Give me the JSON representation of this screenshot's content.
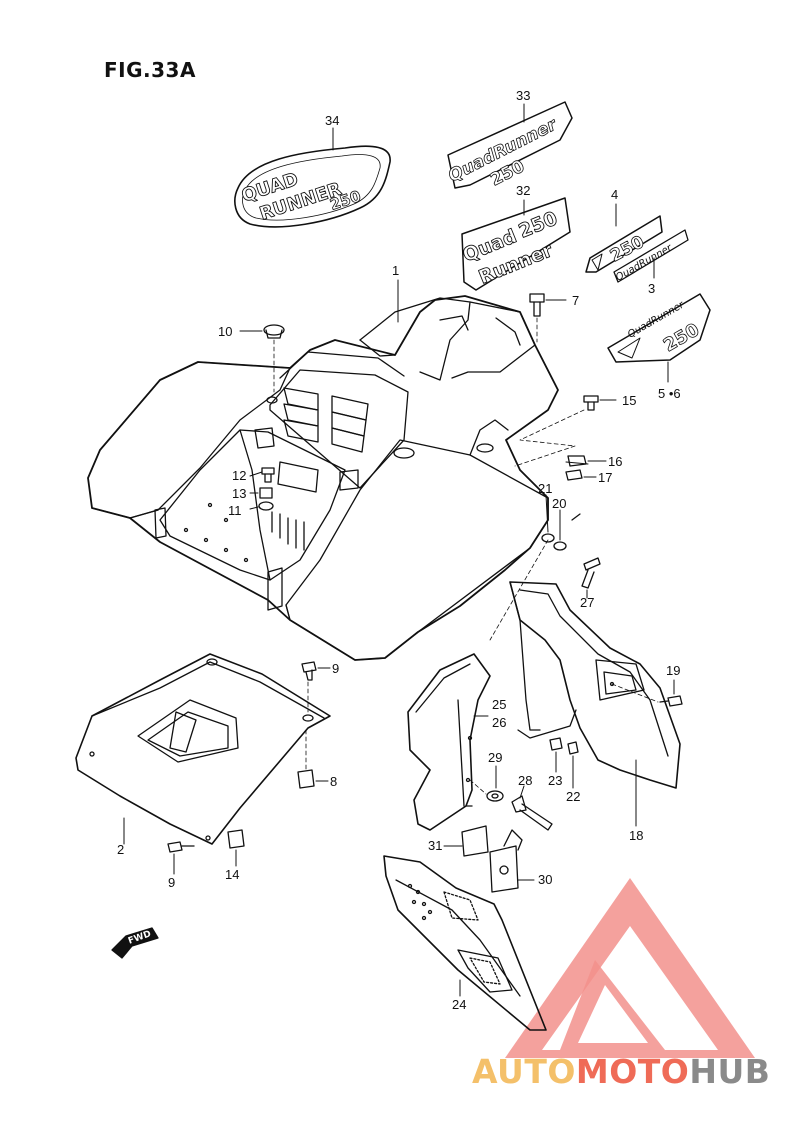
{
  "figure": {
    "title": "FIG.33A"
  },
  "emblems": {
    "e34": {
      "line1": "QUAD",
      "line2": "RUNNER",
      "line3": "250"
    },
    "e33": {
      "line1": "QuadRunner",
      "line2": "250"
    },
    "e32": {
      "line1": "Quad",
      "line2": "250",
      "line3": "Runner"
    },
    "e4": {
      "text": "250"
    },
    "e3": {
      "text": "QuadRunner"
    },
    "e56": {
      "line1": "QuadRunner",
      "line2": "250"
    }
  },
  "callouts": {
    "c1": "1",
    "c2": "2",
    "c3": "3",
    "c4": "4",
    "c56": "5 •6",
    "c7": "7",
    "c8": "8",
    "c9a": "9",
    "c9b": "9",
    "c10": "10",
    "c11": "11",
    "c12": "12",
    "c13": "13",
    "c14": "14",
    "c15": "15",
    "c16": "16",
    "c17": "17",
    "c18": "18",
    "c19": "19",
    "c20": "20",
    "c21": "21",
    "c22": "22",
    "c23": "23",
    "c24": "24",
    "c25": "25",
    "c26": "26",
    "c27": "27",
    "c28": "28",
    "c29": "29",
    "c30": "30",
    "c31": "31",
    "c32": "32",
    "c33": "33",
    "c34": "34"
  },
  "direction_label": "FWD",
  "watermark": {
    "part1": "AUTO",
    "part2": "MOTO",
    "part3": "HUB"
  },
  "colors": {
    "line": "#111111",
    "wm_red": "#ef6b57",
    "wm_orange": "#f4c06a",
    "wm_gray": "#8a8a8a"
  }
}
